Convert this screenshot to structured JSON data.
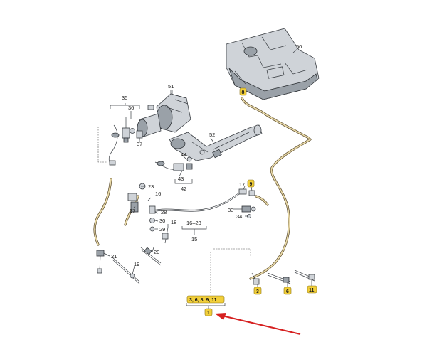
{
  "labels": {
    "l50": "50",
    "l51": "51",
    "l52": "52",
    "l35": "35",
    "l36": "36",
    "l37": "37",
    "l44": "44",
    "l43": "43",
    "l42": "42",
    "l23a": "23",
    "l16a": "16",
    "l27": "27",
    "l28": "28",
    "l30": "30",
    "l29": "29",
    "l18": "18",
    "l20": "20",
    "l21": "21",
    "l19": "19",
    "l17": "17",
    "l33": "33",
    "l34": "34",
    "l1623": "16–23",
    "l15": "15"
  },
  "badges": {
    "b8top": "8",
    "b9": "9",
    "b3": "3",
    "b6": "6",
    "b11": "11",
    "b1": "1",
    "group": "3, 6, 8, 9, 11"
  },
  "colors": {
    "badge_fill": "#f2cf3a",
    "badge_stroke": "#8a7214",
    "arrow": "#d62020"
  }
}
